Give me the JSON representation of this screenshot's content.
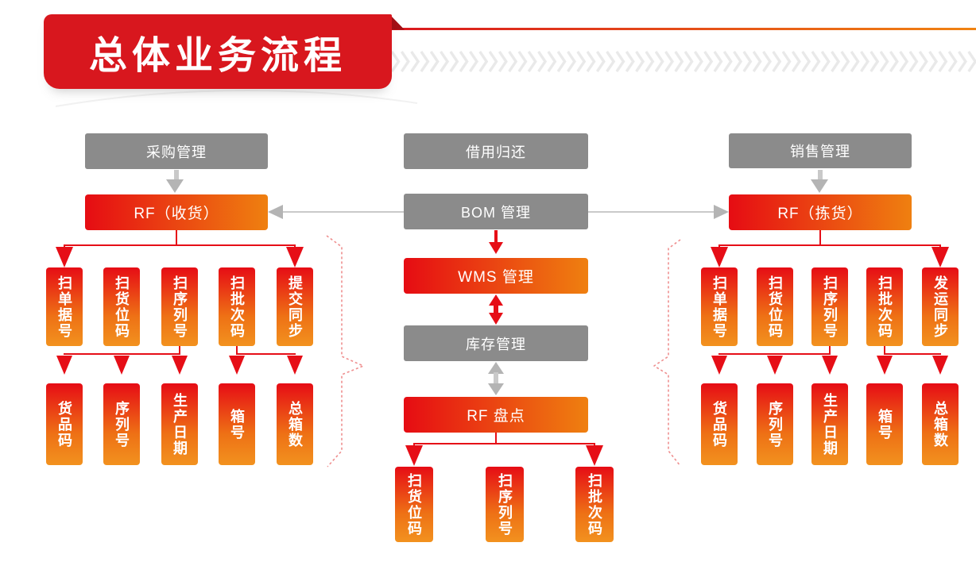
{
  "title": {
    "text": "总体业务流程"
  },
  "colors": {
    "banner_red": "#d8171e",
    "connector_red": "#e60e17",
    "gradient_red": "#e60c14",
    "gradient_orange": "#f0830f",
    "box_gray": "#8b8b8b",
    "arrow_gray": "#b4b4b4",
    "line_gray": "#c9c9c9",
    "chevron_gray": "#e9e9e9",
    "bracket_pink": "#ef8f8f"
  },
  "left": {
    "top": "采购管理",
    "rf": "RF（收货）",
    "row1": [
      "扫单据号",
      "扫货位码",
      "扫序列号",
      "扫批次码",
      "提交同步"
    ],
    "row2": [
      "货品码",
      "序列号",
      "生产日期",
      "箱号",
      "总箱数"
    ]
  },
  "middle": {
    "top": "借用归还",
    "bom": "BOM 管理",
    "wms": "WMS 管理",
    "inventory": "库存管理",
    "rf": "RF 盘点",
    "row": [
      "扫货位码",
      "扫序列号",
      "扫批次码"
    ]
  },
  "right": {
    "top": "销售管理",
    "rf": "RF（拣货）",
    "row1": [
      "扫单据号",
      "扫货位码",
      "扫序列号",
      "扫批次码",
      "发运同步"
    ],
    "row2": [
      "货品码",
      "序列号",
      "生产日期",
      "箱号",
      "总箱数"
    ]
  }
}
